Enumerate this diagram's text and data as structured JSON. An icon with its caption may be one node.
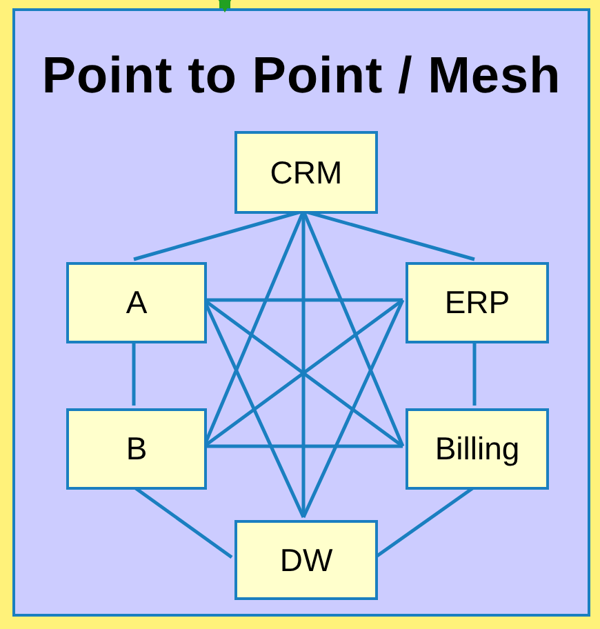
{
  "diagram": {
    "nodes": [
      {
        "text": [
          "Point to Point / Mesh"
        ]
      },
      {
        "text": [
          "CRM"
        ],
        "in": 0
      },
      {
        "text": [
          "A"
        ],
        "in": 0
      },
      {
        "text": [
          "ERP"
        ],
        "in": 0
      },
      {
        "text": [
          "B"
        ],
        "in": 0
      },
      {
        "text": [
          "Billing"
        ],
        "in": 0
      },
      {
        "text": [
          "DW"
        ],
        "in": 0
      }
    ],
    "edges": [
      {
        "from": 1,
        "to": 2,
        "arrow": "none"
      },
      {
        "from": 1,
        "to": 3,
        "arrow": "none"
      },
      {
        "from": 1,
        "to": 4,
        "arrow": "none"
      },
      {
        "from": 1,
        "to": 5,
        "arrow": "none"
      },
      {
        "from": 1,
        "to": 6,
        "arrow": "none"
      },
      {
        "from": 2,
        "to": 3,
        "arrow": "none"
      },
      {
        "from": 2,
        "to": 4,
        "arrow": "none"
      },
      {
        "from": 2,
        "to": 5,
        "arrow": "none"
      },
      {
        "from": 2,
        "to": 6,
        "arrow": "none"
      },
      {
        "from": 3,
        "to": 4,
        "arrow": "none"
      },
      {
        "from": 3,
        "to": 5,
        "arrow": "none"
      },
      {
        "from": 3,
        "to": 6,
        "arrow": "none"
      },
      {
        "from": 4,
        "to": 5,
        "arrow": "none"
      },
      {
        "from": 4,
        "to": 6,
        "arrow": "none"
      },
      {
        "from": 5,
        "to": 6,
        "arrow": "none"
      },
      {
        "from": null,
        "to": 0,
        "arrow": "to",
        "style": "thick",
        "color": "#22a022"
      }
    ]
  }
}
